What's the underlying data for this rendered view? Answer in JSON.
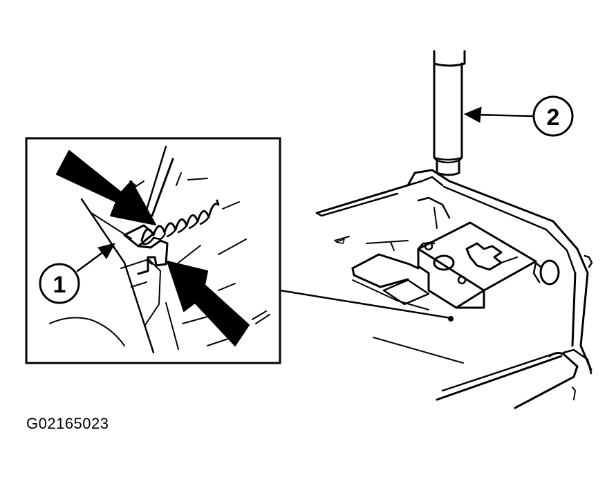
{
  "callouts": [
    {
      "number": "1"
    },
    {
      "number": "2"
    }
  ],
  "figure_code": "G02165023",
  "colors": {
    "ink": "#000000",
    "paper": "#ffffff"
  }
}
